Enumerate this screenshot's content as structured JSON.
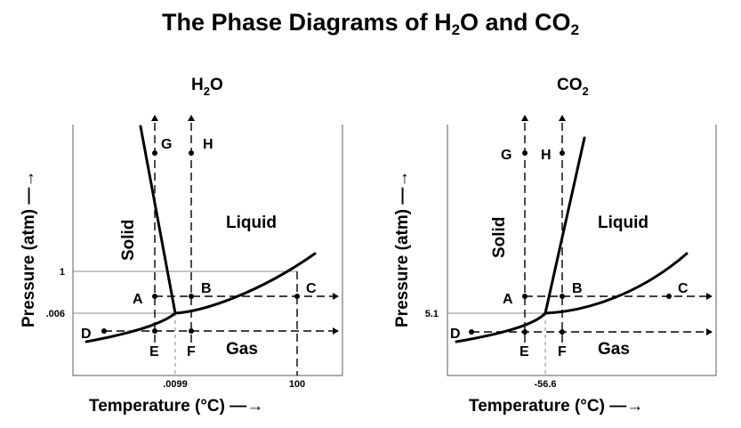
{
  "title": {
    "prefix": "The Phase Diagrams of H",
    "sub1": "2",
    "middle": "O and CO",
    "sub2": "2"
  },
  "diagrams": [
    {
      "id": "h2o",
      "title_main": "H",
      "title_sub": "2",
      "title_tail": "O",
      "y_label": "Pressure (atm) —→",
      "x_label": "Temperature (°C) —→",
      "regions": {
        "solid": "Solid",
        "liquid": "Liquid",
        "gas": "Gas"
      },
      "y_ticks": [
        "1",
        ".006"
      ],
      "x_ticks": [
        ".0099",
        "100"
      ],
      "points": [
        "A",
        "B",
        "C",
        "D",
        "E",
        "F",
        "G",
        "H"
      ]
    },
    {
      "id": "co2",
      "title_main": "CO",
      "title_sub": "2",
      "title_tail": "",
      "y_label": "Pressure (atm) —→",
      "x_label": "Temperature (°C) —→",
      "regions": {
        "solid": "Solid",
        "liquid": "Liquid",
        "gas": "Gas"
      },
      "y_ticks": [
        "5.1"
      ],
      "x_ticks": [
        "-56.6"
      ],
      "points": [
        "A",
        "B",
        "C",
        "D",
        "E",
        "F",
        "G",
        "H"
      ]
    }
  ]
}
